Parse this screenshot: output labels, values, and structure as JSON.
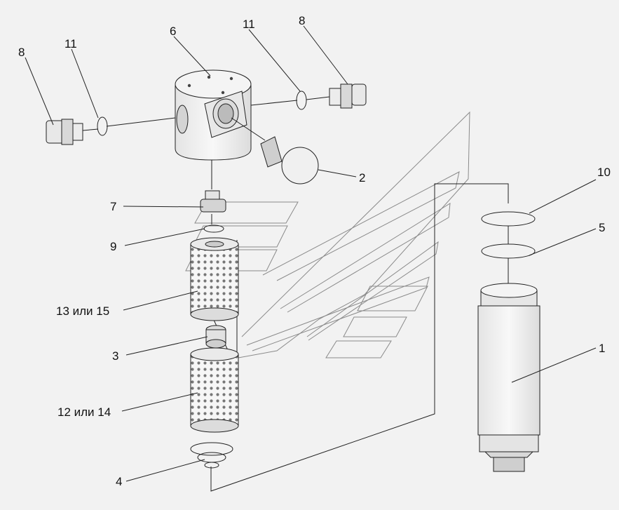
{
  "diagram": {
    "labels": {
      "p1": "1",
      "p2": "2",
      "p3": "3",
      "p4": "4",
      "p5": "5",
      "p6": "6",
      "p7": "7",
      "p8a": "8",
      "p8b": "8",
      "p9": "9",
      "p10": "10",
      "p11a": "11",
      "p11b": "11",
      "p12": "12 или 14",
      "p13": "13 или 15"
    }
  }
}
